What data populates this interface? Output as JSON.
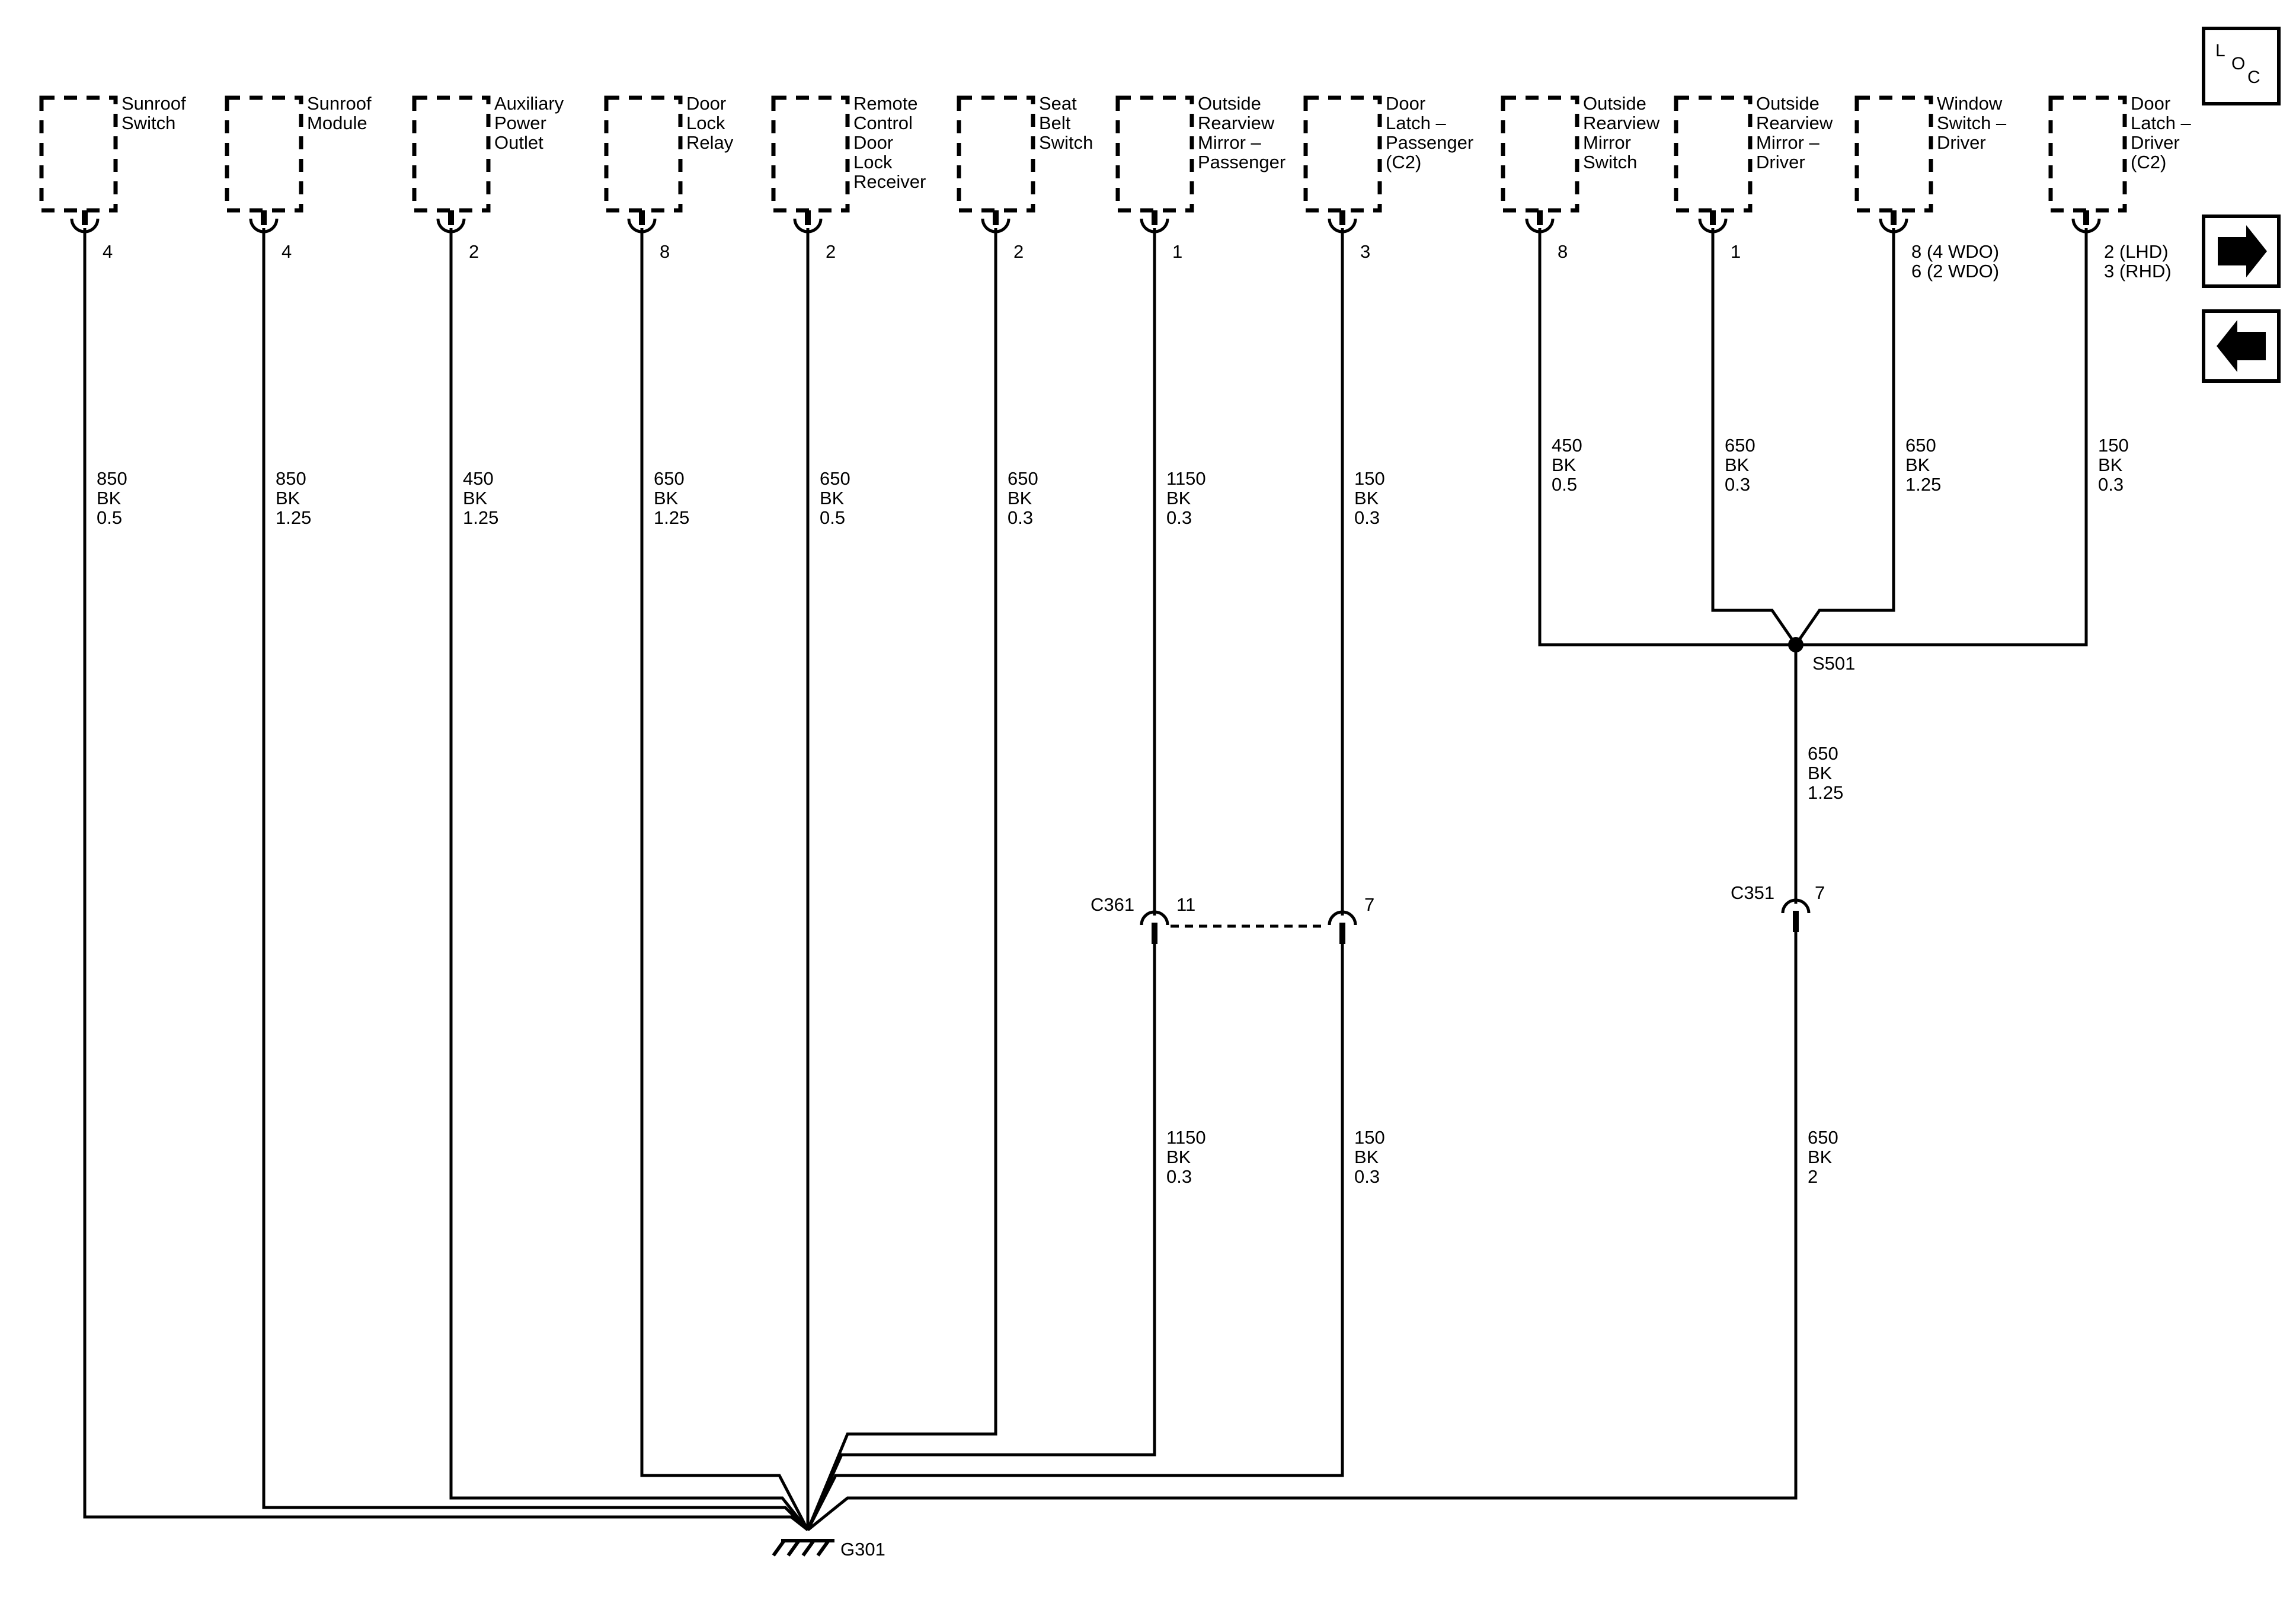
{
  "loc_box": {
    "letters": [
      "L",
      "O",
      "C"
    ]
  },
  "colors": {
    "line": "#000000",
    "background": "#ffffff"
  },
  "components": [
    {
      "lines": [
        "Sunroof",
        "Switch"
      ],
      "pin": "4",
      "wire": [
        "850",
        "BK",
        "0.5"
      ]
    },
    {
      "lines": [
        "Sunroof",
        "Module"
      ],
      "pin": "4",
      "wire": [
        "850",
        "BK",
        "1.25"
      ]
    },
    {
      "lines": [
        "Auxiliary",
        "Power",
        "Outlet"
      ],
      "pin": "2",
      "wire": [
        "450",
        "BK",
        "1.25"
      ]
    },
    {
      "lines": [
        "Door",
        "Lock",
        "Relay"
      ],
      "pin": "8",
      "wire": [
        "650",
        "BK",
        "1.25"
      ]
    },
    {
      "lines": [
        "Remote",
        "Control",
        "Door",
        "Lock",
        "Receiver"
      ],
      "pin": "2",
      "wire": [
        "650",
        "BK",
        "0.5"
      ]
    },
    {
      "lines": [
        "Seat",
        "Belt",
        "Switch"
      ],
      "pin": "2",
      "wire": [
        "650",
        "BK",
        "0.3"
      ]
    },
    {
      "lines": [
        "Outside",
        "Rearview",
        "Mirror –",
        "Passenger"
      ],
      "pin": "1",
      "wire": [
        "1150",
        "BK",
        "0.3"
      ]
    },
    {
      "lines": [
        "Door",
        "Latch –",
        "Passenger",
        "(C2)"
      ],
      "pin": "3",
      "wire": [
        "150",
        "BK",
        "0.3"
      ]
    },
    {
      "lines": [
        "Outside",
        "Rearview",
        "Mirror",
        "Switch"
      ],
      "pin": "8",
      "wire": [
        "450",
        "BK",
        "0.5"
      ]
    },
    {
      "lines": [
        "Outside",
        "Rearview",
        "Mirror –",
        "Driver"
      ],
      "pin": "1",
      "wire": [
        "650",
        "BK",
        "0.3"
      ]
    },
    {
      "lines": [
        "Window",
        "Switch –",
        "Driver"
      ],
      "pin": [
        "8 (4 WDO)",
        "6 (2 WDO)"
      ],
      "wire": [
        "650",
        "BK",
        "1.25"
      ]
    },
    {
      "lines": [
        "Door",
        "Latch –",
        "Driver",
        "(C2)"
      ],
      "pin": [
        "2 (LHD)",
        "3 (RHD)"
      ],
      "wire": [
        "150",
        "BK",
        "0.3"
      ]
    }
  ],
  "splice": {
    "label": "S501",
    "wire_out": [
      "650",
      "BK",
      "1.25"
    ]
  },
  "connectors": [
    {
      "label": "C361",
      "pins": [
        "11",
        "7"
      ],
      "wires_below": [
        [
          "1150",
          "BK",
          "0.3"
        ],
        [
          "150",
          "BK",
          "0.3"
        ]
      ]
    },
    {
      "label": "C351",
      "pins": [
        "7"
      ],
      "wires_below": [
        [
          "650",
          "BK",
          "2"
        ]
      ]
    }
  ],
  "ground": {
    "label": "G301"
  },
  "navigation": [
    {
      "name": "next-page-button",
      "direction": "right",
      "glyph": "right-arrow-icon"
    },
    {
      "name": "previous-page-button",
      "direction": "left",
      "glyph": "left-arrow-icon"
    }
  ]
}
